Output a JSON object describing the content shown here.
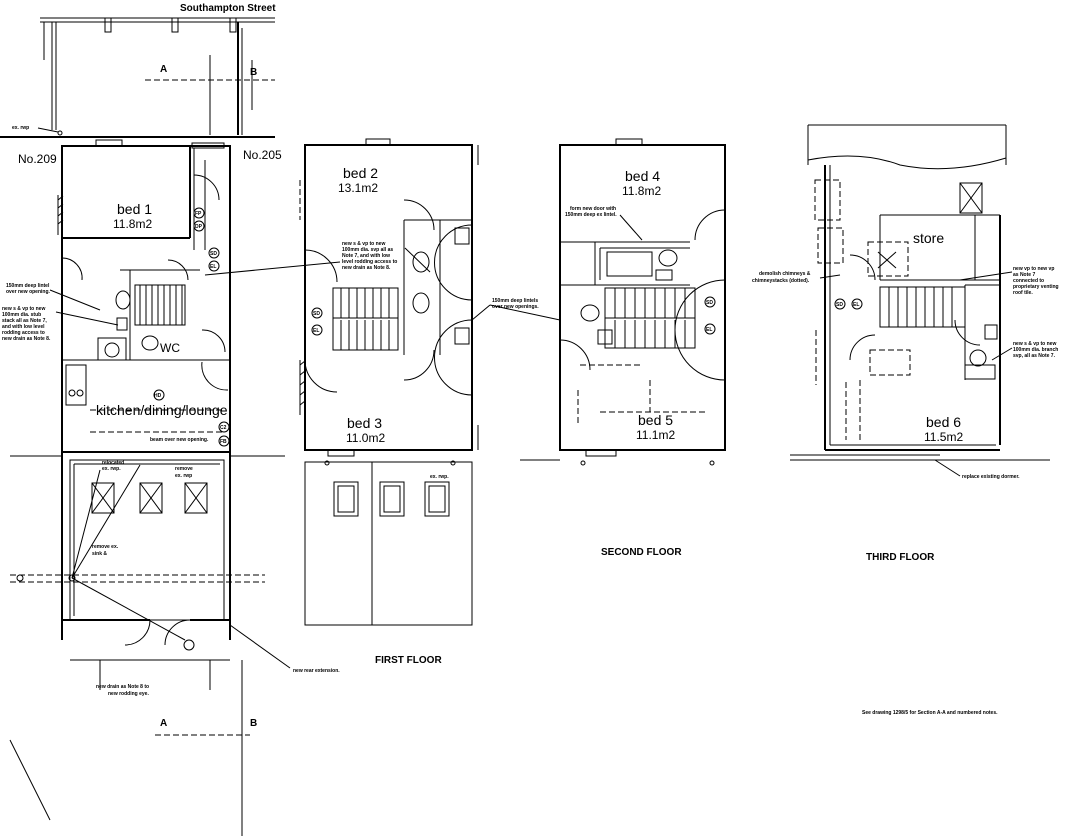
{
  "street": "Southampton Street",
  "neighbors": {
    "left": "No.209",
    "right": "No.205"
  },
  "section_marks": {
    "a": "A",
    "b": "B"
  },
  "floors": {
    "ground": {
      "rooms": [
        {
          "name": "bed 1",
          "area": "11.8m2"
        },
        {
          "name": "WC"
        },
        {
          "name": "kitchen/dining/lounge"
        }
      ]
    },
    "first": {
      "title": "FIRST FLOOR",
      "rooms": [
        {
          "name": "bed 2",
          "area": "13.1m2"
        },
        {
          "name": "bed 3",
          "area": "11.0m2"
        }
      ]
    },
    "second": {
      "title": "SECOND FLOOR",
      "rooms": [
        {
          "name": "bed 4",
          "area": "11.8m2"
        },
        {
          "name": "bed 5",
          "area": "11.1m2"
        }
      ]
    },
    "third": {
      "title": "THIRD FLOOR",
      "rooms": [
        {
          "name": "store"
        },
        {
          "name": "bed 6",
          "area": "11.5m2"
        }
      ]
    }
  },
  "tags": {
    "fp": "FP",
    "dp": "DP",
    "sd": "SD",
    "el": "EL",
    "hd": "HD",
    "c2": "C2",
    "fb": "FB"
  },
  "annotations": {
    "ex_rwp": "ex. rwp",
    "lintel_ground": [
      "150mm deep lintel",
      "over new opening."
    ],
    "svp_ground": [
      "new s & vp to new",
      "100mm dia. stub",
      "stack all as Note 7,",
      "and with low level",
      "rodding access to",
      "new drain as Note 8."
    ],
    "svp_first": [
      "new s & vp to new",
      "100mm dia. svp all as",
      "Note 7, and with low",
      "level rodding access to",
      "new drain as Note 8."
    ],
    "beam": "beam over new opening.",
    "relocated_rwp": [
      "relocated",
      "ex. rwp."
    ],
    "remove_rwp": [
      "remove",
      "ex. rwp"
    ],
    "remove_sink": [
      "remove ex.",
      "sink &"
    ],
    "rear_extension": "new rear extension.",
    "new_drain": [
      "new drain as Note 8 to",
      "new rodding eye."
    ],
    "ex_rwp_first": "ex. rwp.",
    "lintels_first": [
      "150mm deep lintels",
      "over new openings."
    ],
    "fire_door": [
      "form new door with",
      "150mm deep ex lintel."
    ],
    "demolish": [
      "demolish chimneys &",
      "chimneystacks (dotted)."
    ],
    "vent_pipe": [
      "new vp to new vp",
      "as Note 7",
      "connected to",
      "proprietary venting",
      "roof tile."
    ],
    "svp_third": [
      "new s & vp to new",
      "100mm dia. branch",
      "svp, all as Note 7."
    ],
    "dormer": "replace existing dormer.",
    "see_drawing": "See drawing 1298/5 for Section A-A and numbered notes."
  }
}
